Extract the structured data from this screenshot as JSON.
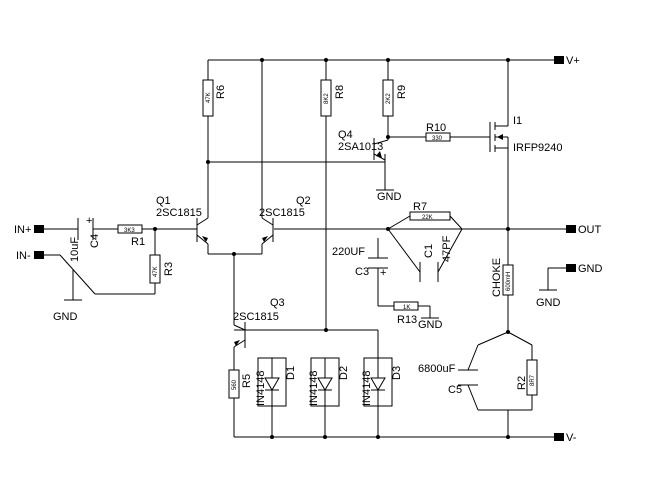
{
  "rails": {
    "vplus": "V+",
    "vminus": "V-",
    "out": "OUT",
    "in_plus": "IN+",
    "in_minus": "IN-"
  },
  "gnd": "GND",
  "transistors": {
    "q1": {
      "ref": "Q1",
      "part": "2SC1815"
    },
    "q2": {
      "ref": "Q2",
      "part": "2SC1815"
    },
    "q3": {
      "ref": "Q3",
      "part": "2SC1815"
    },
    "q4": {
      "ref": "Q4",
      "part": "2SA1013"
    },
    "i1": {
      "ref": "I1",
      "part": "IRFP9240"
    }
  },
  "resistors": {
    "r1": {
      "ref": "R1",
      "value": "3K3"
    },
    "r2": {
      "ref": "R2",
      "value": "8R7"
    },
    "r3": {
      "ref": "R3",
      "value": "47K"
    },
    "r5": {
      "ref": "R5",
      "value": "560"
    },
    "r6": {
      "ref": "R6",
      "value": "47K"
    },
    "r7": {
      "ref": "R7",
      "value": "22K"
    },
    "r8": {
      "ref": "R8",
      "value": "8K2"
    },
    "r9": {
      "ref": "R9",
      "value": "2K2"
    },
    "r10": {
      "ref": "R10",
      "value": "330"
    },
    "r13": {
      "ref": "R13",
      "value": "1K"
    }
  },
  "capacitors": {
    "c1": {
      "ref": "C1",
      "value": "47PF"
    },
    "c3": {
      "ref": "C3",
      "value": "220UF"
    },
    "c4": {
      "ref": "C4",
      "value": "10uF"
    },
    "c5": {
      "ref": "C5",
      "value": "6800uF"
    }
  },
  "diodes": {
    "d1": {
      "ref": "D1",
      "part": "IN4148"
    },
    "d2": {
      "ref": "D2",
      "part": "IN4148"
    },
    "d3": {
      "ref": "D3",
      "part": "IN4148"
    }
  },
  "choke": {
    "label": "CHOKE",
    "value": "600mH"
  }
}
